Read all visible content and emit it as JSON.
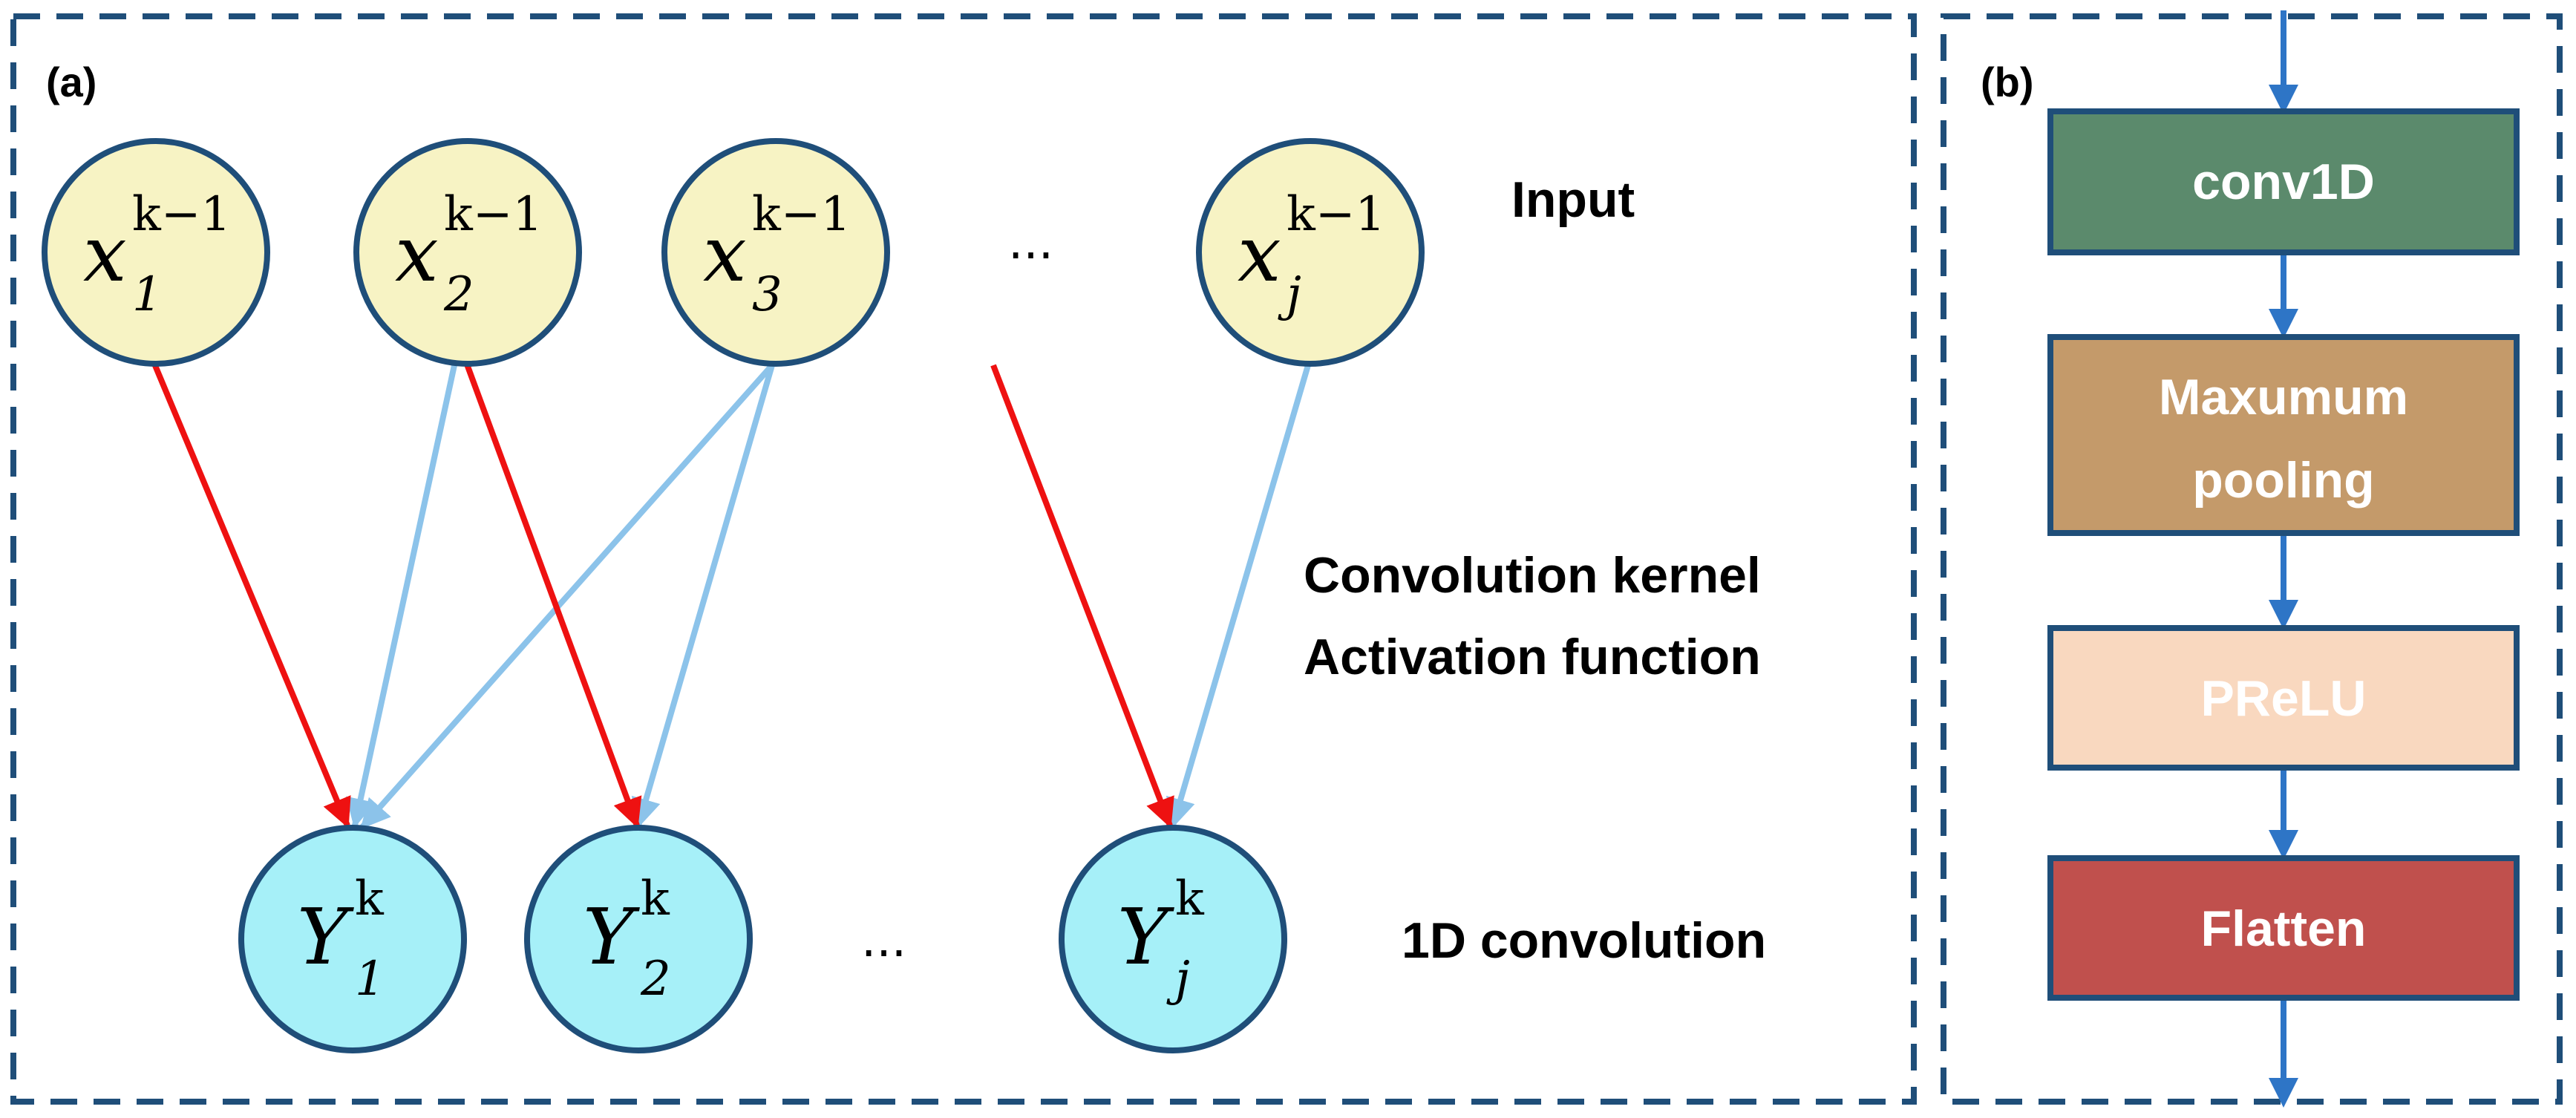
{
  "panel_a": {
    "label": "(a)",
    "input_label": "Input",
    "middle_label_line1": "Convolution kernel",
    "middle_label_line2": "Activation function",
    "output_label": "1D convolution",
    "ellipsis": "...",
    "input_nodes": [
      {
        "symbol": "x",
        "sub": "1",
        "sup": "k−1"
      },
      {
        "symbol": "x",
        "sub": "2",
        "sup": "k−1"
      },
      {
        "symbol": "x",
        "sub": "3",
        "sup": "k−1"
      },
      {
        "symbol": "x",
        "sub": "j",
        "sup": "k−1"
      }
    ],
    "output_nodes": [
      {
        "symbol": "Y",
        "sub": "1",
        "sup": "k"
      },
      {
        "symbol": "Y",
        "sub": "2",
        "sup": "k"
      },
      {
        "symbol": "Y",
        "sub": "j",
        "sup": "k"
      }
    ]
  },
  "panel_b": {
    "label": "(b)",
    "layers": [
      {
        "label_lines": [
          "conv1D"
        ],
        "fill": "#5b8a6c",
        "text_color": "#ffffff"
      },
      {
        "label_lines": [
          "Maxumum",
          "pooling"
        ],
        "fill": "#c49a6a",
        "text_color": "#ffffff"
      },
      {
        "label_lines": [
          "PReLU"
        ],
        "fill": "#f9d8bf",
        "text_color": "#ffffff"
      },
      {
        "label_lines": [
          "Flatten"
        ],
        "fill": "#c0504d",
        "text_color": "#ffffff"
      }
    ]
  },
  "colors": {
    "frame": "#1f4e79",
    "input_node_fill": "#f7f3c4",
    "output_node_fill": "#a6f0f8",
    "node_stroke": "#1f4e79",
    "red_connection": "#ee1111",
    "blue_connection": "#8cc3ea",
    "flow_arrow": "#2e75c6"
  }
}
